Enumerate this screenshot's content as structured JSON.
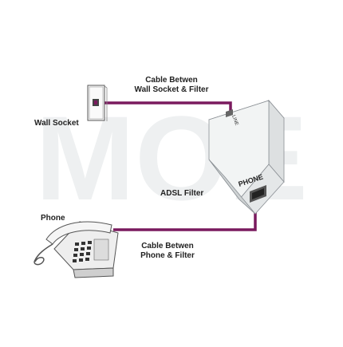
{
  "labels": {
    "cable_top_line1": "Cable Betwen",
    "cable_top_line2": "Wall Socket & Filter",
    "wall_socket": "Wall Socket",
    "adsl_filter": "ADSL Filter",
    "phone": "Phone",
    "cable_bottom_line1": "Cable Betwen",
    "cable_bottom_line2": "Phone & Filter",
    "filter_phone_port": "PHONE",
    "filter_line_port": "LINE",
    "watermark": "MOE"
  },
  "colors": {
    "cable": "#7a1a5e",
    "filter_body": "#f2f4f4",
    "filter_shade": "#d9dcdc",
    "outline": "#8a8f94",
    "watermark": "#eef0f1",
    "text": "#222222"
  }
}
